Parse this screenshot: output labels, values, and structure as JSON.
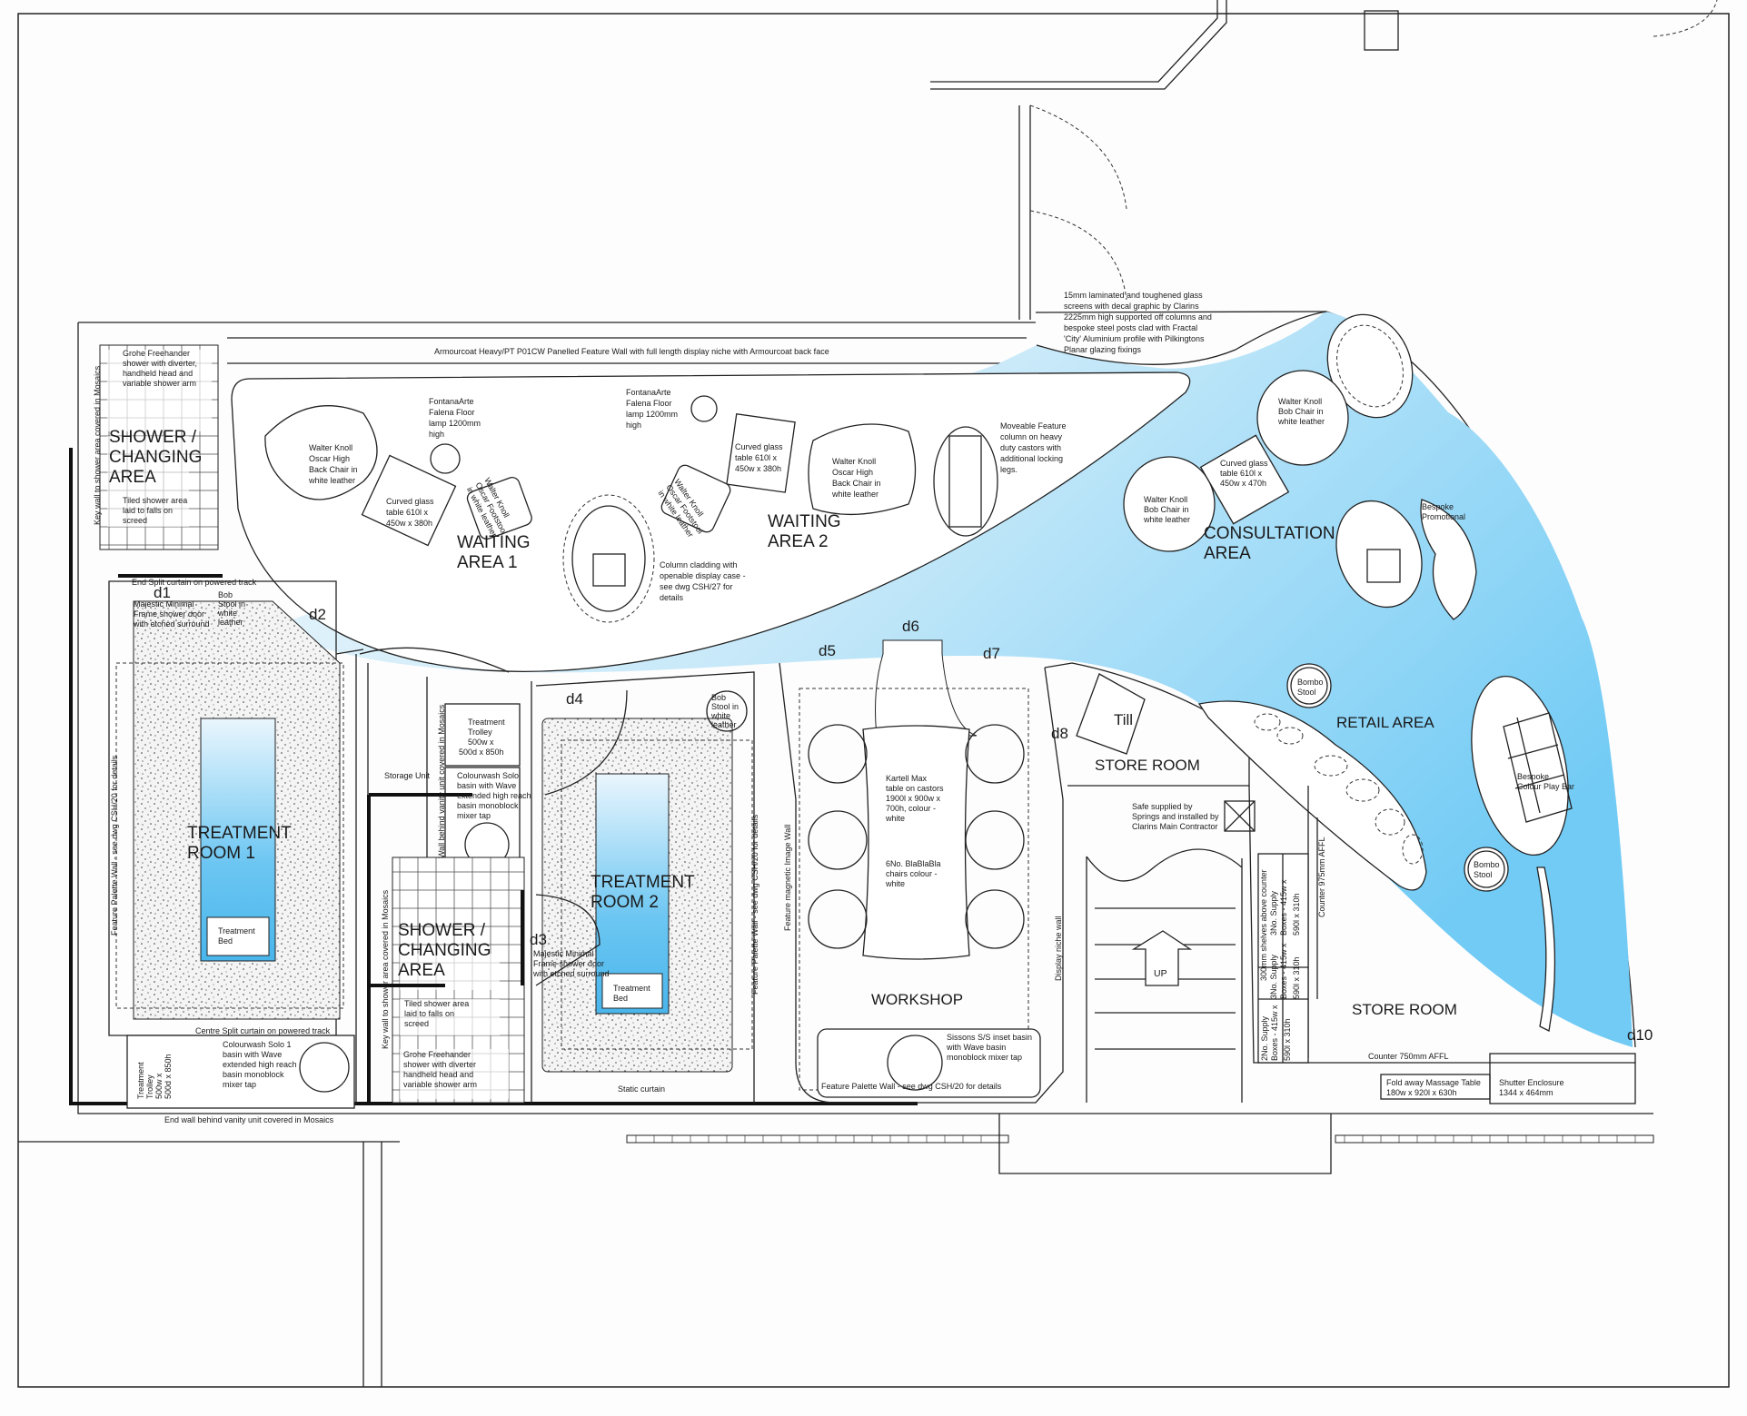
{
  "colors": {
    "retail_blue": "#7fd0f6",
    "blue_light": "#e6f4fb",
    "bed_blue": "#4cb8ee",
    "line": "#222222"
  },
  "header_wall_note": "Armourcoat Heavy/PT P01CW Panelled Feature Wall with full length display niche with Armourcoat back face",
  "glass_note": [
    "15mm laminated and toughened glass",
    "screens with decal graphic by Clarins",
    "2225mm high supported off columns and",
    "bespoke steel posts clad with Fractal",
    "'City' Aluminium profile with Pilkingtons",
    "Planar glazing fixings"
  ],
  "doors": {
    "d1": "d1",
    "d2": "d2",
    "d3": "d3",
    "d4": "d4",
    "d5": "d5",
    "d6": "d6",
    "d7": "d7",
    "d8": "d8",
    "d10": "d10"
  },
  "shower1": {
    "grohe": [
      "Grohe Freehander",
      "shower with diverter,",
      "handheld  head and",
      "variable shower arm"
    ],
    "title": [
      "SHOWER /",
      "CHANGING",
      "AREA"
    ],
    "tiled": [
      "Tiled shower area",
      "laid to falls on",
      "screed"
    ],
    "key_wall": "Key wall to shower area covered in Mosaics"
  },
  "waiting1": {
    "lamp": [
      "FontanaArte",
      "Falena Floor",
      "lamp 1200mm",
      "high"
    ],
    "chair": [
      "Walter Knoll",
      "Oscar High",
      "Back Chair in",
      "white leather"
    ],
    "table": [
      "Curved glass",
      "table 610l x",
      "450w x 380h"
    ],
    "footstool": [
      "Walter Knoll",
      "Oscar Footstool",
      "in white leather"
    ],
    "title": [
      "WAITING",
      "AREA 1"
    ],
    "column": [
      "Column cladding with",
      "openable display case -",
      "see dwg CSH/27 for",
      "details"
    ]
  },
  "waiting2": {
    "lamp": [
      "FontanaArte",
      "Falena Floor",
      "lamp 1200mm",
      "high"
    ],
    "table": [
      "Curved glass",
      "table 610l x",
      "450w x 380h"
    ],
    "footstool": [
      "Walter Knoll",
      "Oscar Footstool",
      "in white leather"
    ],
    "title": [
      "WAITING",
      "AREA 2"
    ],
    "chair": [
      "Walter Knoll",
      "Oscar High",
      "Back Chair in",
      "white leather"
    ],
    "moveable": [
      "Moveable Feature",
      "column on heavy",
      "duty castors with",
      "additional locking",
      "legs."
    ]
  },
  "consultation": {
    "chair_a": [
      "Walter Knoll",
      "Bob Chair in",
      "white leather"
    ],
    "table": [
      "Curved glass",
      "table 610l x",
      "450w x 470h"
    ],
    "chair_b": [
      "Walter Knoll",
      "Bob Chair in",
      "white leather"
    ],
    "title": [
      "CONSULTATION",
      "AREA"
    ],
    "promo": [
      "Bespoke",
      "Promotional"
    ]
  },
  "treatment1": {
    "curtain_top": "End Split curtain on powered track",
    "door": [
      "Majestic Minimal",
      "Frame shower door",
      "with etched surround"
    ],
    "stool": [
      "Bob",
      "Stool in",
      "white",
      "leather"
    ],
    "title": [
      "TREATMENT",
      "ROOM 1"
    ],
    "bed": [
      "Treatment",
      "Bed"
    ],
    "feature_wall": "Feature Palette Wall - see dwg CSH/20 for details",
    "curtain_bottom": "Centre Split curtain on powered track",
    "trolley": [
      "Treatment",
      "Trolley",
      "500w x",
      "500d x 850h"
    ],
    "basin": [
      "Colourwash Solo 1",
      "basin with Wave",
      "extended high reach",
      "basin monoblock",
      "mixer tap"
    ],
    "end_wall": "End wall behind vanity unit covered in Mosaics"
  },
  "middle": {
    "storage": "Storage Unit",
    "vanity_wall": "Wall behind vanity unit covered in Mosaics",
    "trolley": [
      "Treatment",
      "Trolley",
      "500w x",
      "500d x 850h"
    ],
    "basin": [
      "Colourwash Solo",
      "basin with Wave",
      "extended high reach",
      "basin monoblock",
      "mixer tap"
    ],
    "shower_title": [
      "SHOWER /",
      "CHANGING",
      "AREA"
    ],
    "tiled": [
      "Tiled shower area",
      "laid to falls on",
      "screed"
    ],
    "grohe": [
      "Grohe Freehander",
      "shower with diverter",
      "handheld  head and",
      "variable shower arm"
    ],
    "key_wall": "Key wall to shower area covered  in Mosaics"
  },
  "treatment2": {
    "door": [
      "Majestic Minimal",
      "Frame shower door",
      "with etched surround"
    ],
    "title": [
      "TREATMENT",
      "ROOM 2"
    ],
    "bed": [
      "Treatment",
      "Bed"
    ],
    "stool": [
      "Bob",
      "Stool in",
      "white",
      "leather"
    ],
    "feature_wall": "Feature Palette Wall - see dwg CSH/20 for details",
    "static_curtain": "Static curtain"
  },
  "workshop": {
    "image_wall": "Feature magnetic Image Wall",
    "table": [
      "Kartell Max",
      "table on castors",
      "1900l x 900w x",
      "700h, colour -",
      "white"
    ],
    "chairs": [
      "6No. BlaBlaBla",
      "chairs colour -",
      "white"
    ],
    "title": "WORKSHOP",
    "basin": [
      "Sissons S/S inset basin",
      "with Wave basin",
      "monoblock mixer tap"
    ],
    "palette_wall": "Feature Palette Wall - see dwg CSH/20 for details",
    "niche_wall": "Display niche wall"
  },
  "store_upper": {
    "till": "Till",
    "title": "STORE ROOM",
    "safe": [
      "Safe supplied by",
      "Springs and installed by",
      "Clarins Main Contractor"
    ],
    "stairs": "UP"
  },
  "retail": {
    "title": "RETAIL AREA",
    "stool_a": [
      "Bombo",
      "Stool"
    ],
    "stool_b": [
      "Bombo",
      "Stool"
    ],
    "play_bar": [
      "Bespoke",
      "Colour Play Bar"
    ]
  },
  "store_lower": {
    "counter_975": "Counter 975mm AFFL",
    "shelves": "300mm shelves above counter",
    "boxes_a": [
      "3No. Supply",
      "Boxes - 415w x",
      "590l x 310h"
    ],
    "boxes_b": [
      "3No. Supply",
      "Boxes - 415w x",
      "590l x 310h"
    ],
    "boxes_c": [
      "2No. Supply",
      "Boxes - 415w x",
      "590l x 310h"
    ],
    "title": "STORE ROOM",
    "counter_750": "Counter 750mm AFFL",
    "massage_table": [
      "Fold away Massage Table",
      "180w x 920l x 630h"
    ],
    "shutter": [
      "Shutter Enclosure",
      "1344 x 464mm"
    ]
  }
}
